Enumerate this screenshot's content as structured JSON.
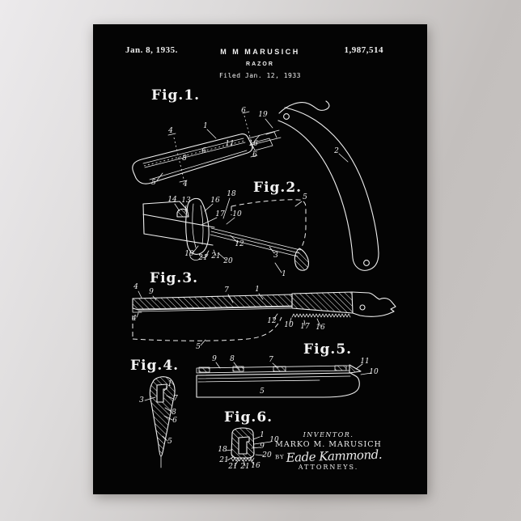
{
  "poster": {
    "header": {
      "date": "Jan. 8, 1935.",
      "inventor_name": "M  M  MARUSICH",
      "title": "RAZOR",
      "filed": "Filed Jan. 12, 1933",
      "patent_number": "1,987,514"
    },
    "figures": {
      "fig1": {
        "label": "Fig.1.",
        "refs": [
          "4",
          "1",
          "6",
          "19",
          "16",
          "6",
          "11",
          "6",
          "8",
          "5",
          "4",
          "2"
        ]
      },
      "fig2": {
        "label": "Fig.2.",
        "refs": [
          "14",
          "13",
          "16",
          "17",
          "18",
          "10",
          "5",
          "12",
          "3",
          "1",
          "19",
          "21",
          "21",
          "20"
        ]
      },
      "fig3": {
        "label": "Fig.3.",
        "refs": [
          "4",
          "9",
          "7",
          "1",
          "12",
          "10",
          "17",
          "16",
          "5",
          "4"
        ]
      },
      "fig4": {
        "label": "Fig.4.",
        "refs": [
          "1",
          "3",
          "7",
          "8",
          "6",
          "5"
        ]
      },
      "fig5": {
        "label": "Fig.5.",
        "refs": [
          "9",
          "8",
          "7",
          "11",
          "10",
          "5"
        ]
      },
      "fig6": {
        "label": "Fig.6.",
        "refs": [
          "1",
          "10",
          "9",
          "20",
          "18",
          "21",
          "21",
          "21",
          "16"
        ]
      }
    },
    "signature_block": {
      "inventor_caption": "INVENTOR.",
      "inventor_name": "MARKO M. MARUSICH",
      "by": "BY",
      "signature": "Eade Kammond.",
      "attorneys": "ATTORNEYS."
    },
    "colors": {
      "paper": "#040404",
      "ink": "#f0f0f0",
      "backdrop_light": "#eceaec",
      "backdrop_dark": "#c3bfbd"
    }
  }
}
